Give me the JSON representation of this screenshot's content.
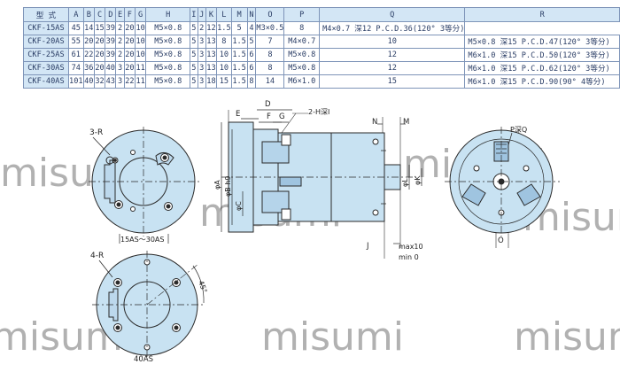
{
  "table": {
    "headers": [
      "型 式",
      "A",
      "B",
      "C",
      "D",
      "E",
      "F",
      "G",
      "H",
      "I",
      "J",
      "K",
      "L",
      "M",
      "N",
      "O",
      "P",
      "Q",
      "R"
    ],
    "rows": [
      [
        "CKF-15AS",
        "45",
        "14",
        "15",
        "39",
        "2",
        "20",
        "10",
        "M5×0.8",
        "5",
        "2",
        "12",
        "1.5",
        "5",
        "4",
        "M3×0.5",
        "8",
        "M4×0.7 深12 P.C.D.36(120° 3等分)"
      ],
      [
        "CKF-20AS",
        "55",
        "20",
        "20",
        "39",
        "2",
        "20",
        "10",
        "M5×0.8",
        "5",
        "3",
        "13",
        "8",
        "1.5",
        "5",
        "7",
        "M4×0.7",
        "10",
        "M5×0.8 深15 P.C.D.47(120° 3等分)"
      ],
      [
        "CKF-25AS",
        "61",
        "22",
        "20",
        "39",
        "2",
        "20",
        "10",
        "M5×0.8",
        "5",
        "3",
        "13",
        "10",
        "1.5",
        "6",
        "8",
        "M5×0.8",
        "12",
        "M6×1.0 深15 P.C.D.50(120° 3等分)"
      ],
      [
        "CKF-30AS",
        "74",
        "36",
        "20",
        "40",
        "3",
        "20",
        "11",
        "M5×0.8",
        "5",
        "3",
        "13",
        "10",
        "1.5",
        "6",
        "8",
        "M5×0.8",
        "12",
        "M6×1.0 深15 P.C.D.62(120° 3等分)"
      ],
      [
        "CKF-40AS",
        "101",
        "40",
        "32",
        "43",
        "3",
        "22",
        "11",
        "M5×0.8",
        "5",
        "3",
        "18",
        "15",
        "1.5",
        "8",
        "14",
        "M6×1.0",
        "15",
        "M6×1.0 深15 P.C.D.90(90° 4等分)"
      ]
    ]
  },
  "drawing": {
    "label_3r": "3-R",
    "label_4r": "4-R",
    "caption_15_30": "15AS～30AS",
    "caption_40": "40AS",
    "angle_45": "45°",
    "side": {
      "D": "D",
      "E": "E",
      "F": "F",
      "G": "G",
      "h_note": "2-H深I",
      "phiA": "φA",
      "phiB": "φB h9",
      "phiC": "φC",
      "N": "N",
      "M": "M",
      "J": "J",
      "phiL": "φL",
      "phiK": "φK",
      "max": "max10",
      "min": "min 0"
    },
    "front": {
      "p_note": "P深Q",
      "O": "O"
    },
    "watermark": "misumi"
  },
  "colors": {
    "header_bg": "#d3e6f5",
    "body_fill": "#c8e2f2",
    "line": "#2a2a2a",
    "table_text": "#2b3e66"
  }
}
